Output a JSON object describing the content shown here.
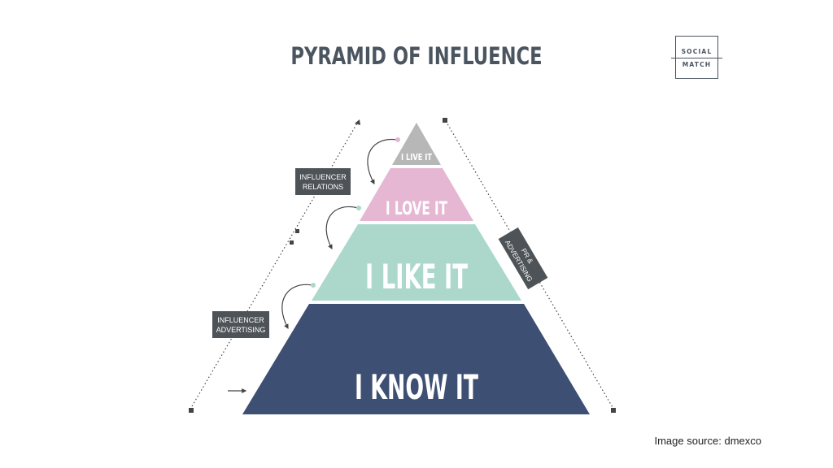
{
  "title": "PYRAMID OF INFLUENCE",
  "logo": {
    "line1": "SOCIAL",
    "line2": "MATCH"
  },
  "levels": {
    "top": {
      "label": "I LIVE IT",
      "color": "#b7b7b7"
    },
    "second": {
      "label": "I LOVE IT",
      "color": "#e5b7d2"
    },
    "third": {
      "label": "I LIKE IT",
      "color": "#abd8cb"
    },
    "base": {
      "label": "I KNOW IT",
      "color": "#3d4f72"
    }
  },
  "annotations": {
    "influencer_relations": [
      "INFLUENCER",
      "RELATIONS"
    ],
    "influencer_advertising": [
      "INFLUENCER",
      "ADVERTISING"
    ],
    "pr_advertising": [
      "PR &",
      "ADVERTISING"
    ]
  },
  "colors": {
    "text_dark": "#4b5560",
    "label_box": "#4d5357",
    "arrow": "#444444"
  },
  "source": "Image source: dmexco"
}
